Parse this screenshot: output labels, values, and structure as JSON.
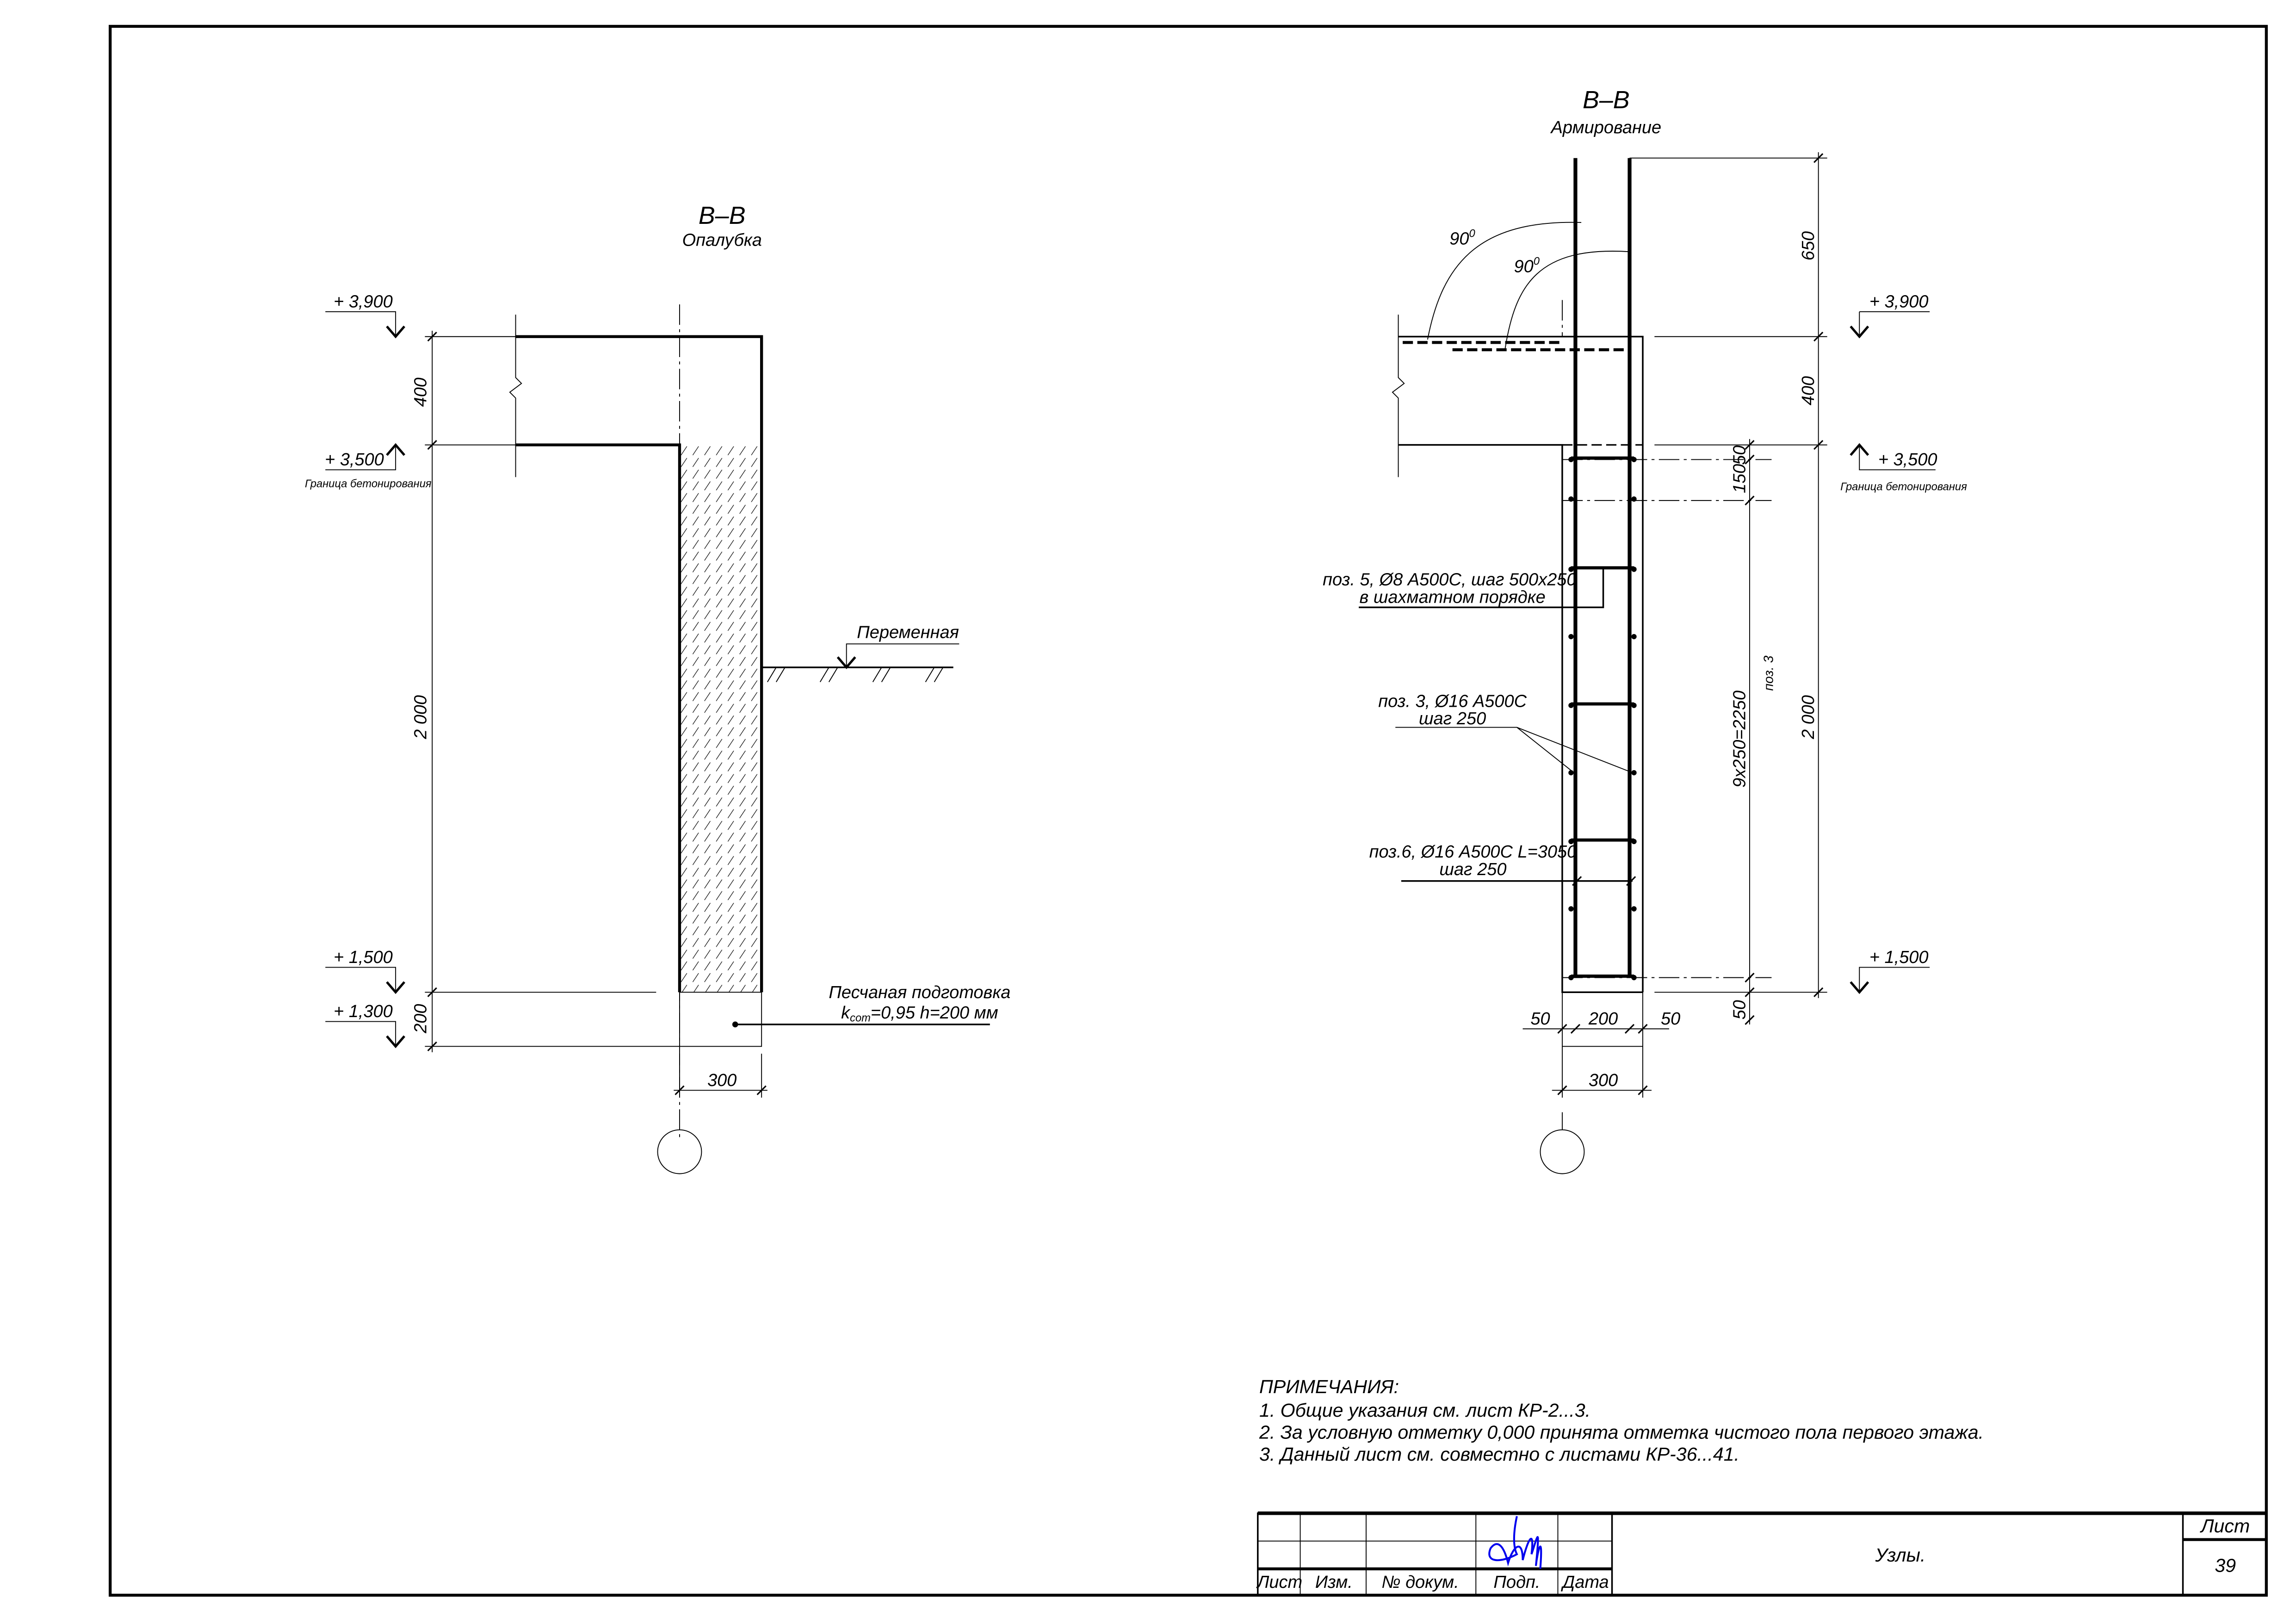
{
  "formwork_section": {
    "title": "В–В",
    "subtitle": "Опалубка",
    "elevations": [
      "+ 3,900",
      "+ 3,500",
      "+ 1,500",
      "+ 1,300"
    ],
    "concreting_boundary": "Граница бетонирования",
    "dims_vertical": [
      "400",
      "2 000",
      "200"
    ],
    "dim_width": "300",
    "ground_label": "Переменная",
    "sand_label_1": "Песчаная подготовка",
    "sand_label_k": "k",
    "sand_label_sub": "com",
    "sand_label_2": "=0,95 h=200 мм"
  },
  "reinforcement_section": {
    "title": "В–В",
    "subtitle": "Армирование",
    "angle_1": "90",
    "angle_2": "90",
    "degree": "0",
    "elevations": [
      "+ 3,900",
      "+ 3,500",
      "+ 1,500"
    ],
    "concreting_boundary": "Граница бетонирования",
    "dims_outer": [
      "650",
      "400",
      "2 000"
    ],
    "dims_inner": [
      "50",
      "150",
      "9x250=2250",
      "50"
    ],
    "pos3_vertical": "поз. 3",
    "dims_bottom": [
      "50",
      "200",
      "50"
    ],
    "dim_width": "300",
    "callout_pos5_line1": "поз. 5, Ø8 А500С, шаг 500х250",
    "callout_pos5_line2": "в шахматном порядке",
    "callout_pos3_line1": "поз. 3, Ø16 А500С",
    "callout_pos3_line2": "шаг 250",
    "callout_pos6_line1": "поз.6, Ø16 А500С L=3050",
    "callout_pos6_line2": "шаг 250"
  },
  "notes": {
    "heading": "ПРИМЕЧАНИЯ:",
    "items": [
      "1. Общие указания см. лист КР-2...3.",
      "2. За условную отметку 0,000 принята отметка чистого пола первого этажа.",
      "3. Данный лист см. совместно с листами КР-36...41."
    ]
  },
  "title_block": {
    "columns": [
      "Лист",
      "Изм.",
      "№ докум.",
      "Подп.",
      "Дата"
    ],
    "title": "Узлы.",
    "sheet_label": "Лист",
    "sheet_number": "39",
    "signature_color": "#0000ee"
  }
}
